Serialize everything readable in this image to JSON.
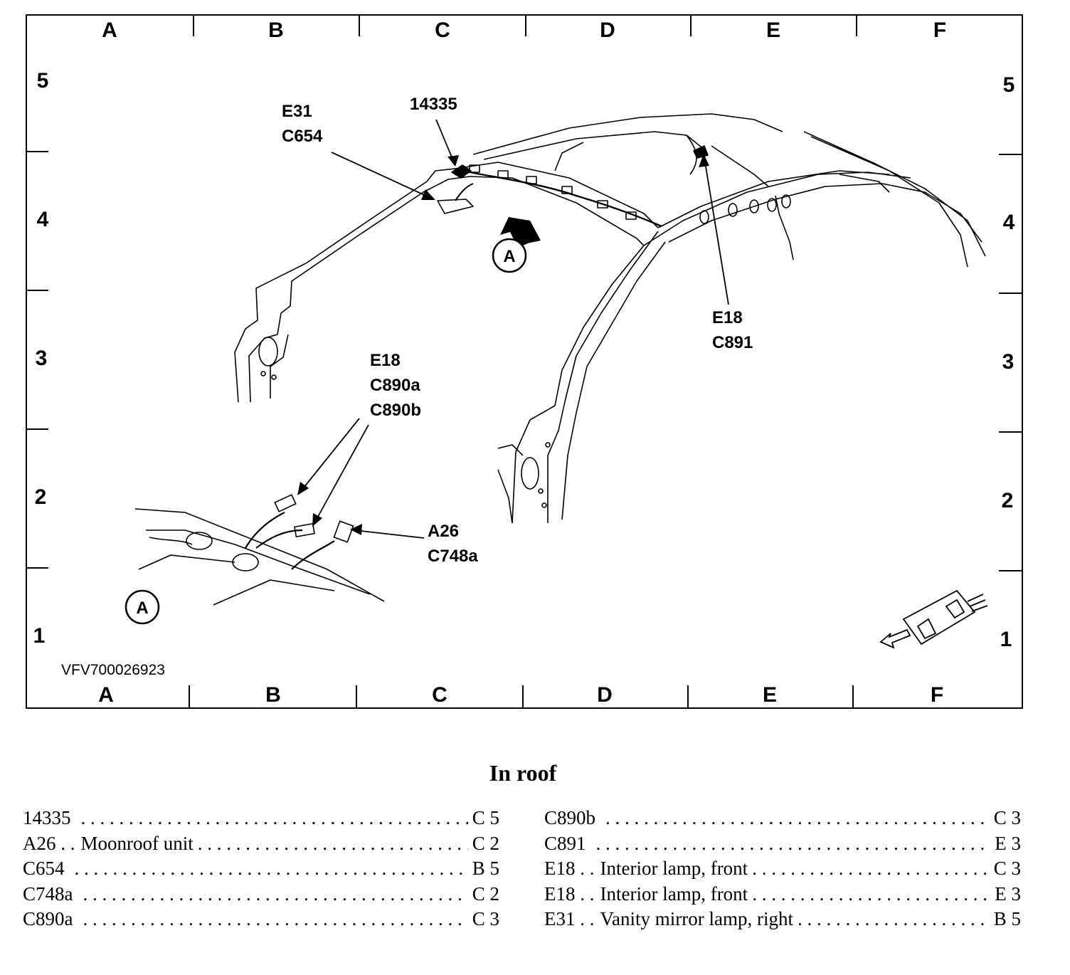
{
  "grid": {
    "columns": [
      "A",
      "B",
      "C",
      "D",
      "E",
      "F"
    ],
    "rows": [
      "5",
      "4",
      "3",
      "2",
      "1"
    ]
  },
  "figure_id": "VFV700026923",
  "callouts": {
    "c_14335": [
      "14335"
    ],
    "c_e31": [
      "E31",
      "C654"
    ],
    "c_e18_rear": [
      "E18",
      "C891"
    ],
    "c_e18_front": [
      "E18",
      "C890a",
      "C890b"
    ],
    "c_a26": [
      "A26",
      "C748a"
    ],
    "view_marker_main": "A",
    "view_marker_detail": "A"
  },
  "legend": {
    "title": "In roof",
    "left": [
      {
        "code": "14335",
        "desc": "",
        "loc": "C 5"
      },
      {
        "code": "A26 . .",
        "desc": "Moonroof unit",
        "loc": "C 2"
      },
      {
        "code": "C654",
        "desc": "",
        "loc": "B 5"
      },
      {
        "code": "C748a",
        "desc": "",
        "loc": "C 2"
      },
      {
        "code": "C890a",
        "desc": "",
        "loc": "C 3"
      }
    ],
    "right": [
      {
        "code": "C890b",
        "desc": "",
        "loc": "C 3"
      },
      {
        "code": "C891",
        "desc": "",
        "loc": "E 3"
      },
      {
        "code": "E18 . .",
        "desc": "Interior lamp, front",
        "loc": "C 3"
      },
      {
        "code": "E18 . .",
        "desc": "Interior lamp, front",
        "loc": "E 3"
      },
      {
        "code": "E31 . .",
        "desc": "Vanity mirror lamp, right",
        "loc": "B 5"
      }
    ]
  }
}
